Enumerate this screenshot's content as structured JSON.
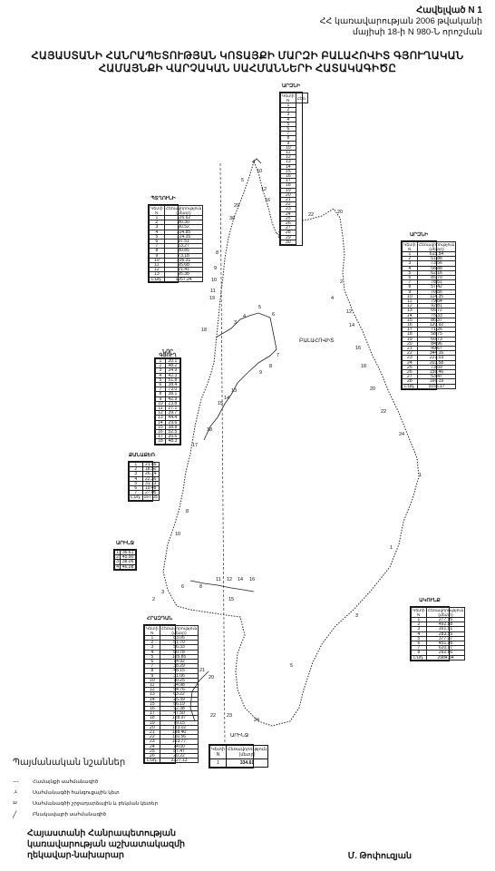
{
  "header": {
    "line1": "Հավելված N 1",
    "line2": "ՀՀ կառավարության 2006 թվականի",
    "line3": "մայիսի 18-ի N 980-Ն որոշման"
  },
  "title": {
    "line1": "ՀԱՅԱՍՏԱՆԻ ՀԱՆՐԱՊԵՏՈՒԹՅԱՆ ԿՈՏԱՅՔԻ ՄԱՐԶԻ ԲԱԼԱՀՈՎԻՏ ԳՅՈՒՂԱԿԱՆ",
    "line2": "ՀԱՄԱՅՆՔԻ ՎԱՐՉԱԿԱՆ ՍԱՀՄԱՆՆԵՐԻ ՀԱՏԱԿԱԳԻԾԸ"
  },
  "map": {
    "center_label": "ԲԱԼԱՀՈՎԻՏ",
    "bottom_label": "ԱՐԻՆՋ"
  },
  "tables": {
    "top": {
      "caption": "ԱՐԶՆԻ",
      "head1": "Կետի N",
      "head2": "Հեռ.",
      "rows": [
        "1",
        "2",
        "3",
        "4",
        "5",
        "6",
        "7",
        "8",
        "9",
        "10",
        "11",
        "12",
        "13",
        "14",
        "15",
        "16",
        "17",
        "18",
        "19",
        "20",
        "21",
        "22",
        "23",
        "24",
        "25",
        "26",
        "27",
        "28",
        "29",
        "30"
      ]
    },
    "left1": {
      "caption": "ՊՏՂՈՒՆԻ",
      "head1": "Կետի N",
      "head2": "Հեռավորություն (մետր)",
      "rows": [
        [
          "1",
          "126.62"
        ],
        [
          "2",
          "80.30"
        ],
        [
          "3",
          "90.52"
        ],
        [
          "4",
          "104.85"
        ],
        [
          "5",
          "124.35"
        ],
        [
          "6",
          "97.51"
        ],
        [
          "7",
          "63.27"
        ],
        [
          "8",
          "80.85"
        ],
        [
          "9",
          "73.18"
        ],
        [
          "10",
          "106.31"
        ],
        [
          "11",
          "95.68"
        ],
        [
          "12",
          "21.41"
        ],
        [
          "13",
          "95.38"
        ]
      ],
      "total": [
        "Ընդ.",
        "1057.24"
      ]
    },
    "left2": {
      "caption": "ՆՈՐ ԳՅՈՒՂ",
      "rows": [
        [
          "1",
          "20.1"
        ],
        [
          "2",
          "48.2"
        ],
        [
          "3",
          "34.9"
        ],
        [
          "4",
          "42.3"
        ],
        [
          "5",
          "51.8"
        ],
        [
          "6",
          "38.4"
        ],
        [
          "7",
          "73.0"
        ],
        [
          "8",
          "38.1"
        ],
        [
          "9",
          "42.9"
        ],
        [
          "10",
          "23.8"
        ],
        [
          "11",
          "27.1"
        ],
        [
          "12",
          "39.7"
        ],
        [
          "13",
          "44.4"
        ],
        [
          "14",
          "29.6"
        ],
        [
          "15",
          "38.8"
        ],
        [
          "16",
          "52.5"
        ],
        [
          "17",
          "35.6"
        ],
        [
          "18",
          "48.3"
        ]
      ]
    },
    "left3": {
      "caption": "ՔԱՆԱՔԵՌ",
      "rows": [
        [
          "1",
          "21.46"
        ],
        [
          "2",
          "18.50"
        ],
        [
          "3",
          "26.14"
        ],
        [
          "4",
          "22.36"
        ],
        [
          "5",
          "31.73"
        ],
        [
          "6",
          "19.48"
        ],
        [
          "7",
          "27.05"
        ]
      ],
      "total": [
        "Ընդ.",
        "167.05"
      ]
    },
    "left4": {
      "caption": "ԱՐԻՆՋ",
      "rows": [
        [
          "1",
          "36.61"
        ],
        [
          "2",
          "45.90"
        ],
        [
          "3",
          "38.06"
        ],
        [
          "4",
          "46.08"
        ]
      ]
    },
    "left5": {
      "caption": "ՀՐԱԶԴԱՆ",
      "head1": "Կետի N",
      "head2": "Հեռավորություն (մետր)",
      "rows": [
        [
          "1",
          "83.06"
        ],
        [
          "2",
          "51.70"
        ],
        [
          "3",
          "56.33"
        ],
        [
          "4",
          "60.78"
        ],
        [
          "5",
          "105.85"
        ],
        [
          "6",
          "74.92"
        ],
        [
          "7",
          "38.29"
        ],
        [
          "8",
          "48.15"
        ],
        [
          "9",
          "31.06"
        ],
        [
          "10",
          "70.25"
        ],
        [
          "11",
          "34.98"
        ],
        [
          "12",
          "54.76"
        ],
        [
          "13",
          "63.22"
        ],
        [
          "14",
          "25.39"
        ],
        [
          "15",
          "86.19"
        ],
        [
          "16",
          "92.38"
        ],
        [
          "17",
          "47.50"
        ],
        [
          "18",
          "128.97"
        ],
        [
          "19",
          "79.15"
        ],
        [
          "20",
          "123.02"
        ],
        [
          "21",
          "138.40"
        ],
        [
          "22",
          "110.56"
        ],
        [
          "23",
          "103.77"
        ],
        [
          "24",
          "74.00"
        ],
        [
          "25",
          "87.47"
        ],
        [
          "26",
          "20.22"
        ]
      ],
      "total": [
        "Ընդ.",
        "2227.13"
      ]
    },
    "right1": {
      "caption": "ԱՐԶՆԻ",
      "head1": "Կետի N",
      "head2": "Հեռավորություն (մետր)",
      "rows": [
        [
          "1",
          "615.54"
        ],
        [
          "2",
          "51.88"
        ],
        [
          "3",
          "73.56"
        ],
        [
          "4",
          "58.88"
        ],
        [
          "5",
          "62.16"
        ],
        [
          "6",
          "85.70"
        ],
        [
          "7",
          "78.51"
        ],
        [
          "8",
          "57.42"
        ],
        [
          "9",
          "70.56"
        ],
        [
          "10",
          "114.35"
        ],
        [
          "11",
          "79.64"
        ],
        [
          "12",
          "92.81"
        ],
        [
          "13",
          "66.72"
        ],
        [
          "14",
          "75.33"
        ],
        [
          "15",
          "86.37"
        ],
        [
          "16",
          "120.92"
        ],
        [
          "17",
          "71.26"
        ],
        [
          "18",
          "58.75"
        ],
        [
          "19",
          "60.73"
        ],
        [
          "20",
          "84.96"
        ],
        [
          "21",
          "49.67"
        ],
        [
          "22",
          "344.16"
        ],
        [
          "23",
          "221.03"
        ],
        [
          "24",
          "203.58"
        ],
        [
          "25",
          "73.59"
        ],
        [
          "26",
          "156.46"
        ],
        [
          "27",
          "53.47"
        ],
        [
          "28",
          "166.19"
        ]
      ],
      "total": [
        "Ընդ.",
        "3155.17"
      ]
    },
    "right2": {
      "caption": "ԱԿՈՒՆՔ",
      "head1": "Կետի N",
      "head2": "Հեռավորություն (մետր)",
      "rows": [
        [
          "1",
          "277.95"
        ],
        [
          "2",
          "492.88"
        ],
        [
          "3",
          "161.91"
        ],
        [
          "4",
          "283.55"
        ],
        [
          "5",
          "377.07"
        ],
        [
          "6",
          "451.98"
        ],
        [
          "7",
          "620.97"
        ],
        [
          "8",
          "292.66"
        ]
      ],
      "total": [
        "Ընդ.",
        "2984.54"
      ]
    }
  },
  "area_box": {
    "head1": "Կետի N",
    "head2": "Հեռավորություն (մետր)",
    "n": "1",
    "value": "334.61"
  },
  "legend": {
    "title": "Պայմանական նշաններ",
    "items": [
      "Համայնքի սահմանագիծ",
      "Սահմանագծի հանգուցային կետ",
      "Սահմանագծի շրջադարձային և բեկման կետեր",
      "Բնակավայրի սահմանագիծ"
    ]
  },
  "signature": {
    "line1": "Հայաստանի Հանրապետության",
    "line2": "կառավարության աշխատակազմի",
    "line3": "ղեկավար-նախարար",
    "name": "Մ. Թոփուզյան"
  }
}
